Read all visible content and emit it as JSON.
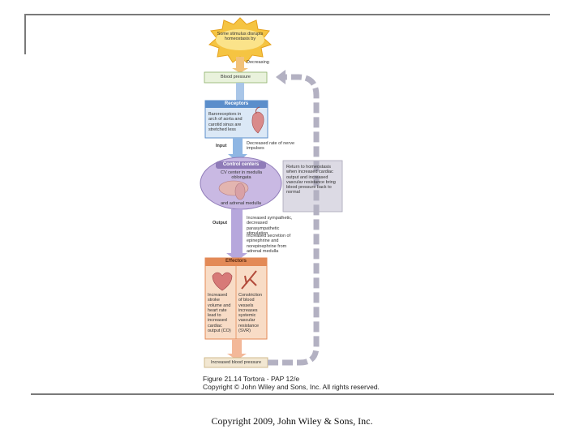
{
  "diagram": {
    "stimulus": "Some stimulus disrupts homeostasis by",
    "decreasing_label": "Decreasing",
    "controlled_condition": "Blood pressure",
    "receptors": {
      "title": "Receptors",
      "text": "Baroreceptors in arch of aorta and carotid sinus are stretched less"
    },
    "input_label": "Input",
    "input_text": "Decreased rate of nerve impulses",
    "control_centers": {
      "title": "Control centers",
      "text_top": "CV center in medulla oblongata",
      "text_bottom": "and adrenal medulla"
    },
    "return_text": "Return to homeostasis when increased cardiac output and increased vascular resistance bring blood pressure back to normal",
    "output_label": "Output",
    "output_text_1": "Increased sympathetic, decreased parasympathetic stimulation",
    "output_text_2": "Increased secretion of epinephrine and norepinephrine from adrenal medulla",
    "effectors": {
      "title": "Effectors",
      "left_text": "Increased stroke volume and heart rate lead to increased cardiac output (CO)",
      "right_text": "Constriction of blood vessels increases systemic vascular resistance (SVR)"
    },
    "response": "Increased blood pressure"
  },
  "figure_caption": {
    "line1": "Figure 21.14  Tortora - PAP 12/e",
    "line2": "Copyright © John Wiley and Sons, Inc. All rights reserved."
  },
  "footer": {
    "copyright": "Copyright 2009, John Wiley & Sons, Inc."
  },
  "colors": {
    "receptor_blue": "#5b8ecb",
    "receptor_fill": "#dbe8f6",
    "control_purple": "#c9b9e3",
    "effector_orange": "#e38a57",
    "effector_fill": "#f8dcc6",
    "gray_arrow": "#b3b1c2",
    "starburst": "#f5c442"
  }
}
